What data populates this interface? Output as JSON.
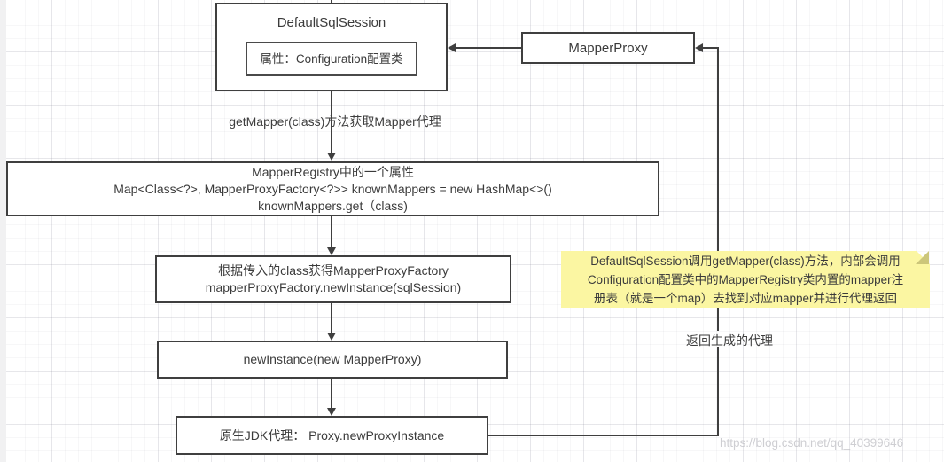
{
  "diagram": {
    "title_context": "MyBatis getMapper proxy flow diagram",
    "nodes": {
      "default_sql_session": {
        "title": "DefaultSqlSession",
        "attribute": "属性：Configuration配置类"
      },
      "mapper_proxy": {
        "label": "MapperProxy"
      },
      "mapper_registry": {
        "lines": [
          "MapperRegistry中的一个属性",
          "Map<Class<?>, MapperProxyFactory<?>> knownMappers = new HashMap<>()",
          "knownMappers.get（class)"
        ]
      },
      "get_factory": {
        "lines": [
          "根据传入的class获得MapperProxyFactory",
          "mapperProxyFactory.newInstance(sqlSession)"
        ]
      },
      "new_instance": {
        "label": "newInstance(new MapperProxy)"
      },
      "jdk_proxy": {
        "label": "原生JDK代理： Proxy.newProxyInstance"
      }
    },
    "edge_labels": {
      "get_mapper": "getMapper(class)方法获取Mapper代理",
      "return_proxy": "返回生成的代理"
    },
    "note": {
      "lines": [
        "DefaultSqlSession调用getMapper(class)方法，内部会调用",
        "Configuration配置类中的MapperRegistry类内置的mapper注",
        "册表（就是一个map）去找到对应mapper并进行代理返回"
      ],
      "full_text": "DefaultSqlSession调用getMapper(class)方法，内部会调用Configuration配置类中的MapperRegistry类内置的mapper注册表（就是一个map）去找到对应mapper并进行代理返回",
      "bg_color": "#fbf6a2",
      "fold_color": "#ccc67a"
    },
    "watermark": "https://blog.csdn.net/qq_40399646",
    "colors": {
      "border": "#3f3f3f",
      "text": "#3b3b3b",
      "background": "#ffffff",
      "grid_major": "#e2e2e8",
      "grid_minor": "#f3f3f6"
    }
  }
}
